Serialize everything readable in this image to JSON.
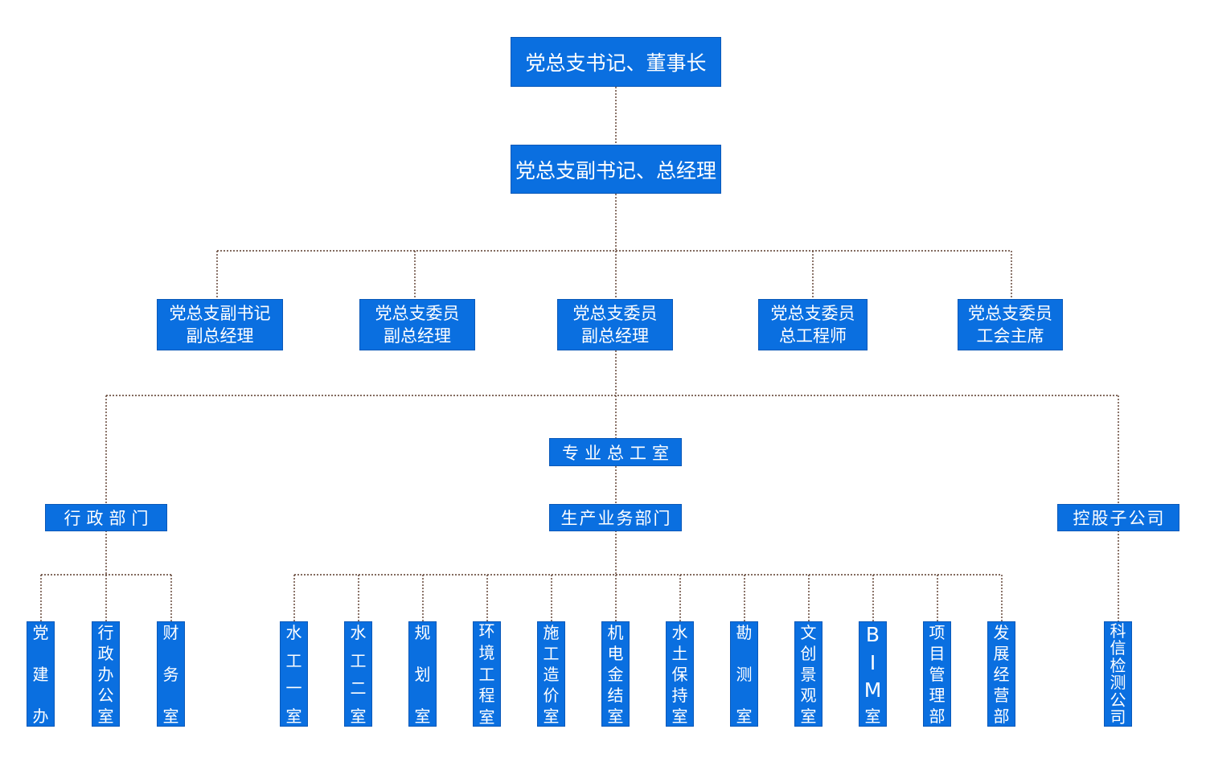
{
  "chart_title": "",
  "nodes": {
    "secretary_chairman": "党总支书记、董事长",
    "deputy_secretary_gm": "党总支副书记、总经理",
    "leaders": [
      [
        "党总支副书记",
        "副总经理"
      ],
      [
        "党总支委员",
        "副总经理"
      ],
      [
        "党总支委员",
        "副总经理"
      ],
      [
        "党总支委员",
        "总工程师"
      ],
      [
        "党总支委员",
        "工会主席"
      ]
    ],
    "chief_engineer_office": "专业总工室",
    "admin_dept": "行政部门",
    "production_dept": "生产业务部门",
    "subsidiary": "控股子公司",
    "admin_units": [
      "党建办",
      "行政办公室",
      "财务室"
    ],
    "production_units": [
      "水工一室",
      "水工二室",
      "规划室",
      "环境工程室",
      "施工造价室",
      "机电金结室",
      "水土保持室",
      "勘测室",
      "文创景观室",
      "BIM室",
      "项目管理部",
      "发展经营部"
    ],
    "subsidiary_units": [
      "科信检测公司"
    ]
  },
  "colors": {
    "box_fill": "#0a6fe0",
    "box_border": "#0a58b8",
    "text": "#ffffff",
    "connector": "#5a3a2a"
  }
}
